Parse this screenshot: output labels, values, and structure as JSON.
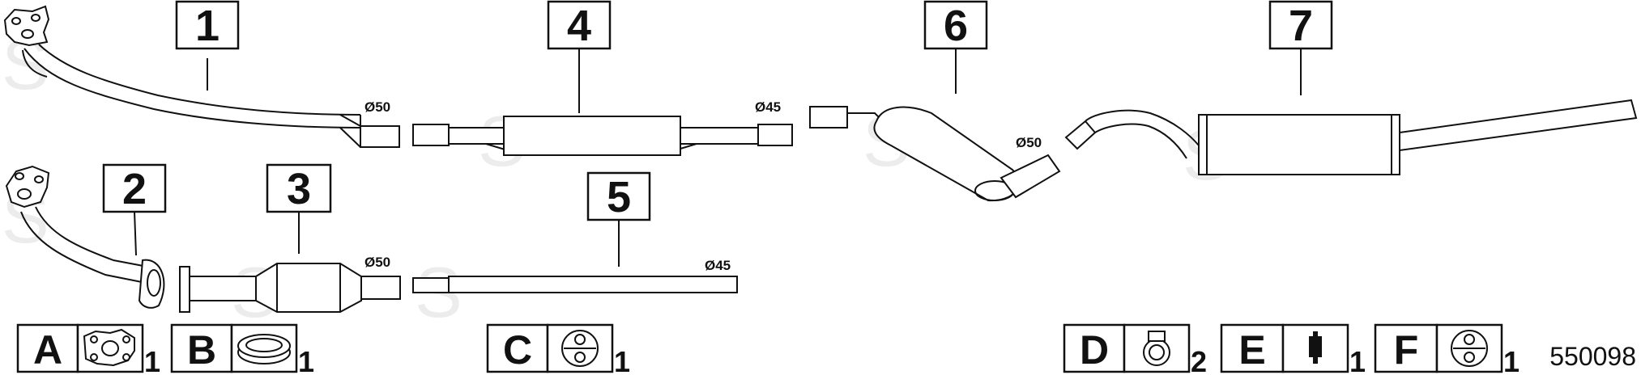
{
  "catalog_number": "550098",
  "parts": [
    {
      "number": "1",
      "diameter": "Ø50"
    },
    {
      "number": "2"
    },
    {
      "number": "3",
      "diameter": "Ø50"
    },
    {
      "number": "4",
      "diameter": "Ø45"
    },
    {
      "number": "5",
      "diameter": "Ø45"
    },
    {
      "number": "6",
      "diameter": "Ø50"
    },
    {
      "number": "7"
    }
  ],
  "accessories": [
    {
      "letter": "A",
      "qty": "1",
      "icon": "flange-gasket-icon"
    },
    {
      "letter": "B",
      "qty": "1",
      "icon": "sealing-ring-icon"
    },
    {
      "letter": "C",
      "qty": "1",
      "icon": "rubber-hanger-icon"
    },
    {
      "letter": "D",
      "qty": "2",
      "icon": "pipe-clamp-icon"
    },
    {
      "letter": "E",
      "qty": "1",
      "icon": "rubber-mount-icon"
    },
    {
      "letter": "F",
      "qty": "1",
      "icon": "rubber-ring-hanger-icon"
    }
  ],
  "watermark": "S"
}
